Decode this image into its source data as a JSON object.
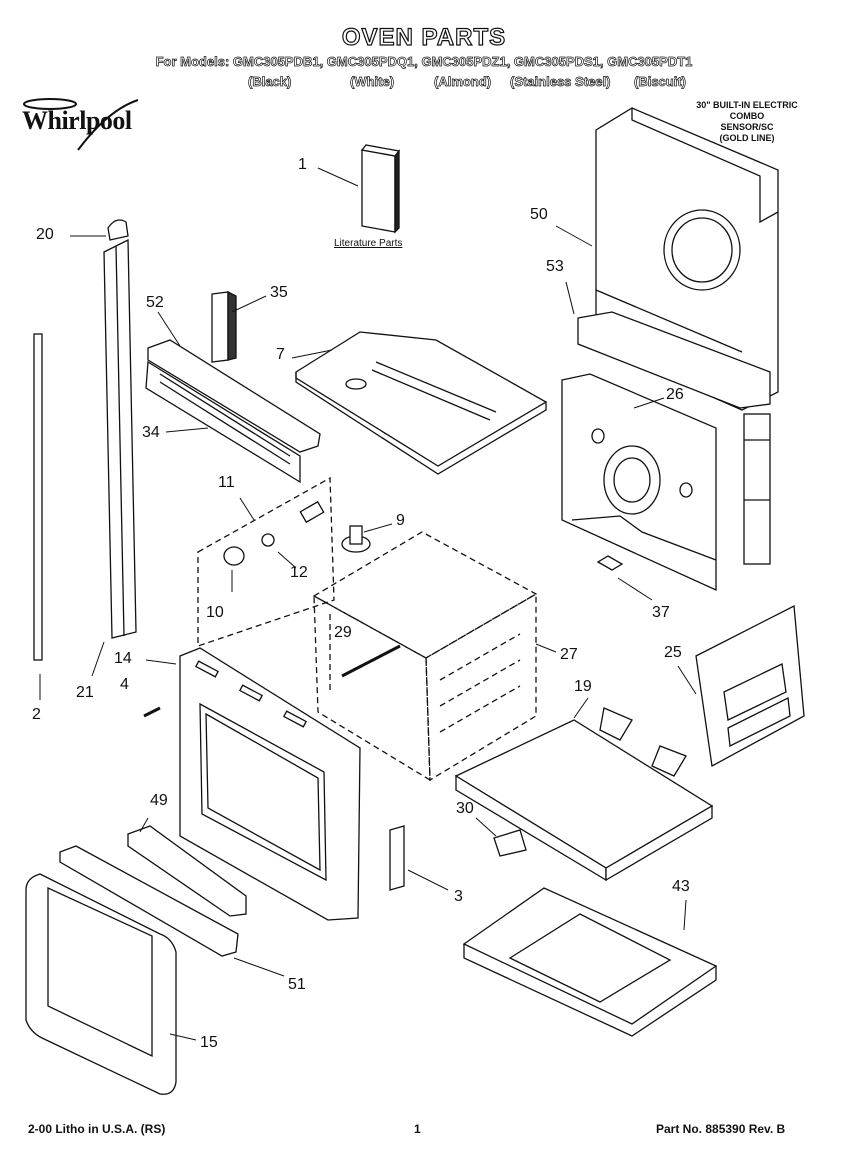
{
  "header": {
    "title": "OVEN PARTS",
    "models": "For Models: GMC305PDB1, GMC305PDQ1, GMC305PDZ1, GMC305PDS1, GMC305PDT1",
    "colors": [
      "(Black)",
      "(White)",
      "(Almond)",
      "(Stainless Steel)",
      "(Biscuit)"
    ]
  },
  "brand": {
    "name": "Whirlpool"
  },
  "spec": [
    "30\" BUILT-IN ELECTRIC",
    "COMBO",
    "SENSOR/SC",
    "(GOLD LINE)"
  ],
  "literature_label": "Literature Parts",
  "part_numbers": [
    "1",
    "20",
    "35",
    "52",
    "7",
    "34",
    "11",
    "9",
    "12",
    "10",
    "29",
    "14",
    "4",
    "21",
    "2",
    "27",
    "49",
    "30",
    "3",
    "51",
    "15",
    "50",
    "53",
    "26",
    "37",
    "25",
    "19",
    "43"
  ],
  "footer": {
    "left": "2-00 Litho in U.S.A. (RS)",
    "page": "1",
    "right": "Part No. 885390 Rev. B"
  }
}
